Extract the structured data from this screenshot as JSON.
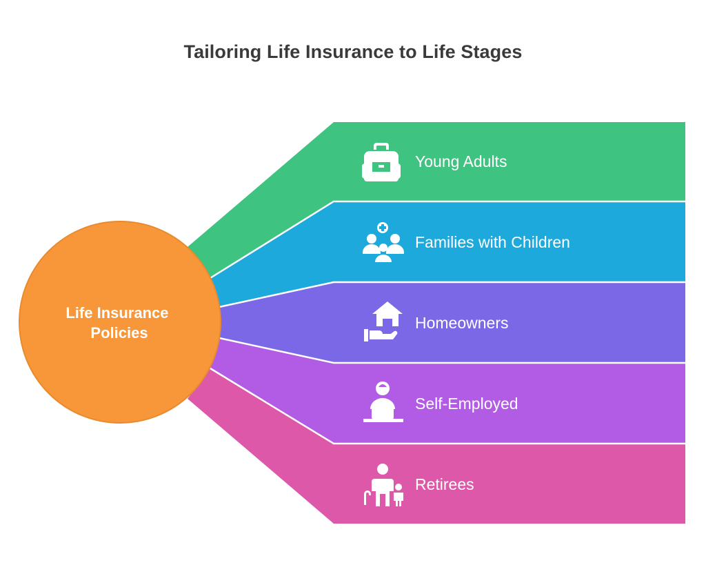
{
  "title": "Tailoring Life Insurance to Life Stages",
  "hub": {
    "label_lines": [
      "Life Insurance",
      "Policies"
    ],
    "color": "#F7973A",
    "border_color": "#E88A2E"
  },
  "stages": [
    {
      "label": "Young Adults",
      "color": "#3FC380",
      "icon": "backpack-icon"
    },
    {
      "label": "Families with Children",
      "color": "#1EA9DC",
      "icon": "family-icon"
    },
    {
      "label": "Homeowners",
      "color": "#7B68E6",
      "icon": "home-in-hand-icon"
    },
    {
      "label": "Self-Employed",
      "color": "#B25CE6",
      "icon": "person-at-laptop-icon"
    },
    {
      "label": "Retirees",
      "color": "#DE58AA",
      "icon": "elder-with-child-icon"
    }
  ]
}
